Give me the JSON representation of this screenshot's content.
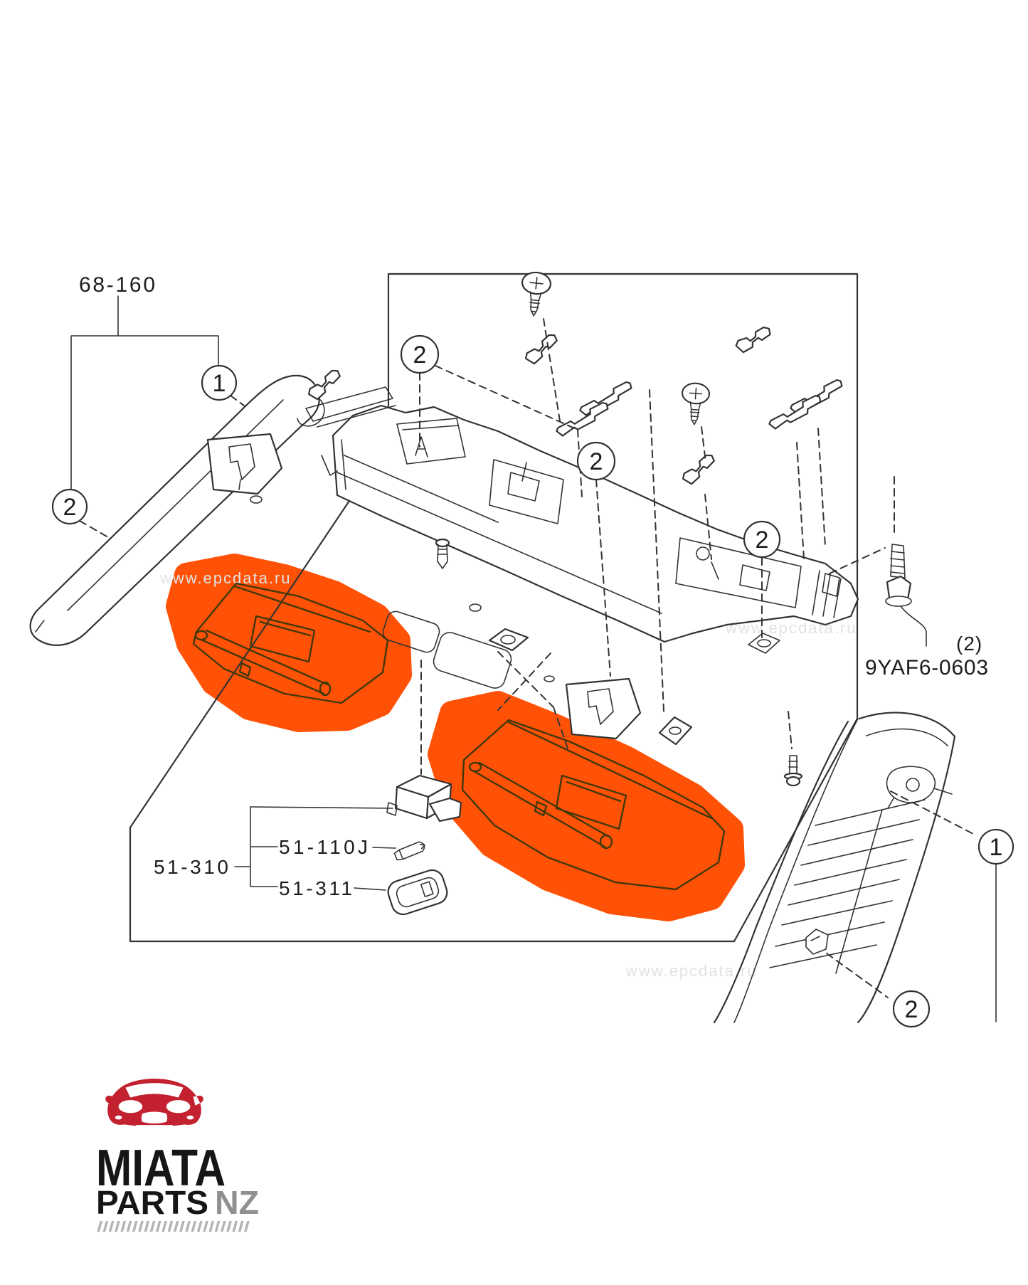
{
  "page": {
    "background": "#ffffff"
  },
  "diagram": {
    "line_color": "#333333",
    "highlight_color": "#ff5206",
    "watermark": "www.epcdata.ru",
    "labels": {
      "pillar_group": "68-160",
      "bolt_part": "9YAF6-0603",
      "bolt_qty": "(2)",
      "lamp_group": "51-310",
      "lamp_bulb": "51-110J",
      "lamp_lens": "51-311"
    },
    "callouts": {
      "one": "1",
      "two": "2"
    }
  },
  "logo": {
    "title": "MIATA",
    "subtitle": "PARTS",
    "region": "NZ",
    "slashes": "//////////////////////////",
    "car_color": "#c42130",
    "text_color": "#161616",
    "muted_color": "#8f8f8f"
  }
}
